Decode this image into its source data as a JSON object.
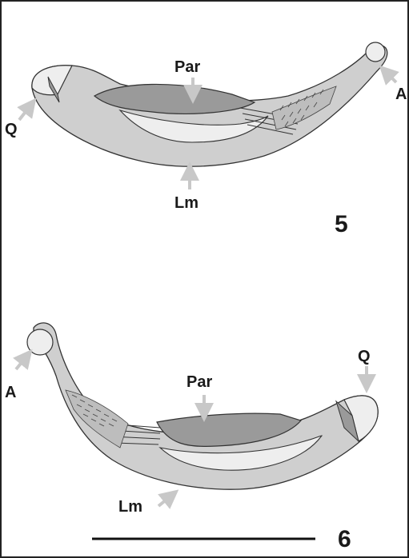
{
  "panel_5": {
    "number": "5",
    "labels": {
      "par": "Par",
      "lm": "Lm",
      "q": "Q",
      "a": "A"
    }
  },
  "panel_6": {
    "number": "6",
    "labels": {
      "par": "Par",
      "lm": "Lm",
      "q": "Q",
      "a": "A"
    }
  },
  "colors": {
    "bone_fill": "#cfcfcf",
    "dark_fill": "#9a9a9a",
    "light_fill": "#eeeeee",
    "outline": "#333333",
    "arrow": "#c8c8c8"
  }
}
